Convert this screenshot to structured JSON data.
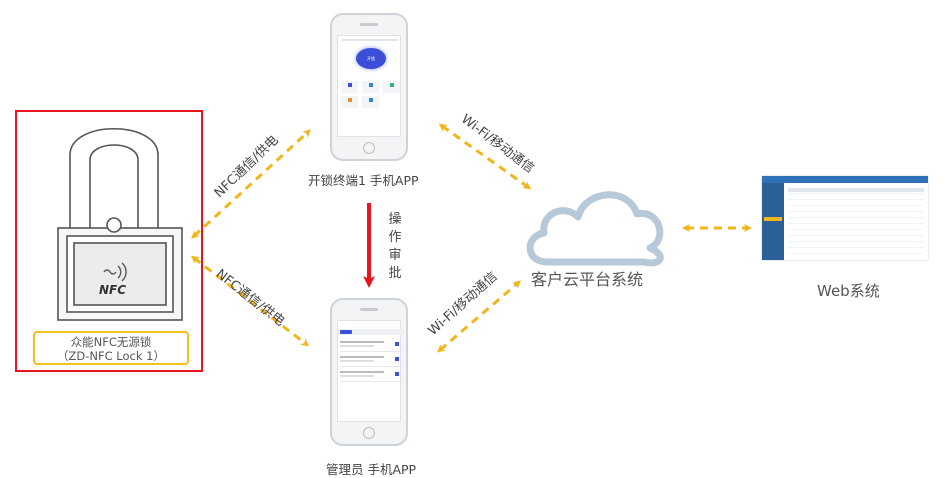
{
  "lock": {
    "nfc_mark": "NFC",
    "caption_line1": "众能NFC无源锁",
    "caption_line2": "（ZD-NFC Lock 1）"
  },
  "phones": {
    "unlock_terminal_label": "开锁终端1 手机APP",
    "unlock_terminal_button": "开锁",
    "admin_label": "管理员 手机APP"
  },
  "links": {
    "nfc_top": "NFC通信/供电",
    "nfc_bottom": "NFC通信/供电",
    "wifi_top": "Wi-Fi/移动通信",
    "wifi_bottom": "Wi-Fi/移动通信",
    "approval_chars": [
      "操",
      "作",
      "审",
      "批"
    ]
  },
  "cloud": {
    "label": "客户云平台系统"
  },
  "web": {
    "label": "Web系统"
  },
  "colors": {
    "arrow_dashed": "#f2b61b",
    "arrow_approval": "#e8141b",
    "lock_border": "#e8141b",
    "caption_border": "#f2c21b",
    "cloud_stroke": "#b7c9d9",
    "app_accent": "#3b4fd8"
  }
}
